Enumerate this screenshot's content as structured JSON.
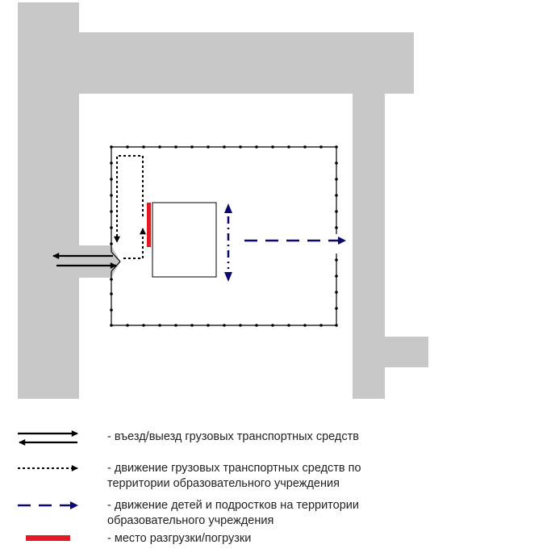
{
  "colors": {
    "road": "#c8c8c8",
    "truck_arrow": "#000000",
    "children_arrow": "#0a0a6e",
    "unloading": "#e01b24",
    "fence": "#000000"
  },
  "legend": {
    "entry_exit": "- въезд/выезд грузовых транспортных средств",
    "truck_movement_line1": "- движение грузовых транспортных средств по",
    "truck_movement_line2": "территории образовательного учреждения",
    "children_movement_line1": "- движение детей и подростков на территории",
    "children_movement_line2": "образовательного учреждения",
    "unloading_place": "- место разгрузки/погрузки"
  }
}
